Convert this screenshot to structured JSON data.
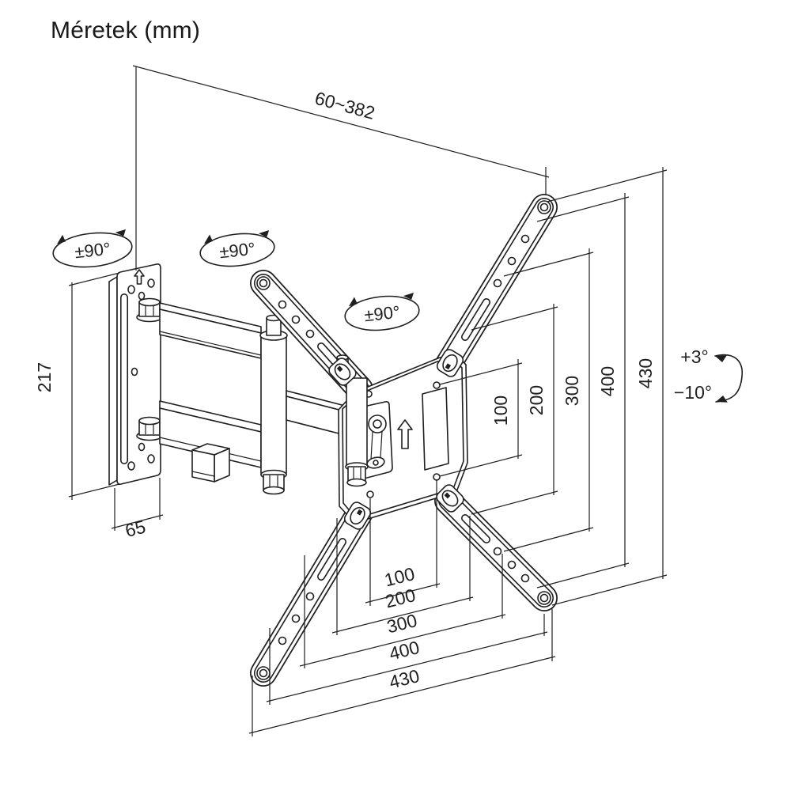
{
  "page": {
    "title": "Méretek (mm)",
    "background": "#ffffff",
    "line_color": "#1f1f1f"
  },
  "diagram": {
    "type": "technical-drawing",
    "subject": "full-motion TV wall-mount bracket",
    "units": "mm",
    "dimensions": {
      "extension_depth": "60~382",
      "wall_plate_height": "217",
      "wall_plate_width": "65",
      "vesa_vertical": [
        "100",
        "200",
        "300",
        "400",
        "430"
      ],
      "vesa_horizontal": [
        "100",
        "200",
        "300",
        "400",
        "430"
      ]
    },
    "rotation_labels": [
      "±90°",
      "±90°",
      "±90°"
    ],
    "tilt_labels": {
      "up": "+3°",
      "down": "−10°"
    }
  }
}
